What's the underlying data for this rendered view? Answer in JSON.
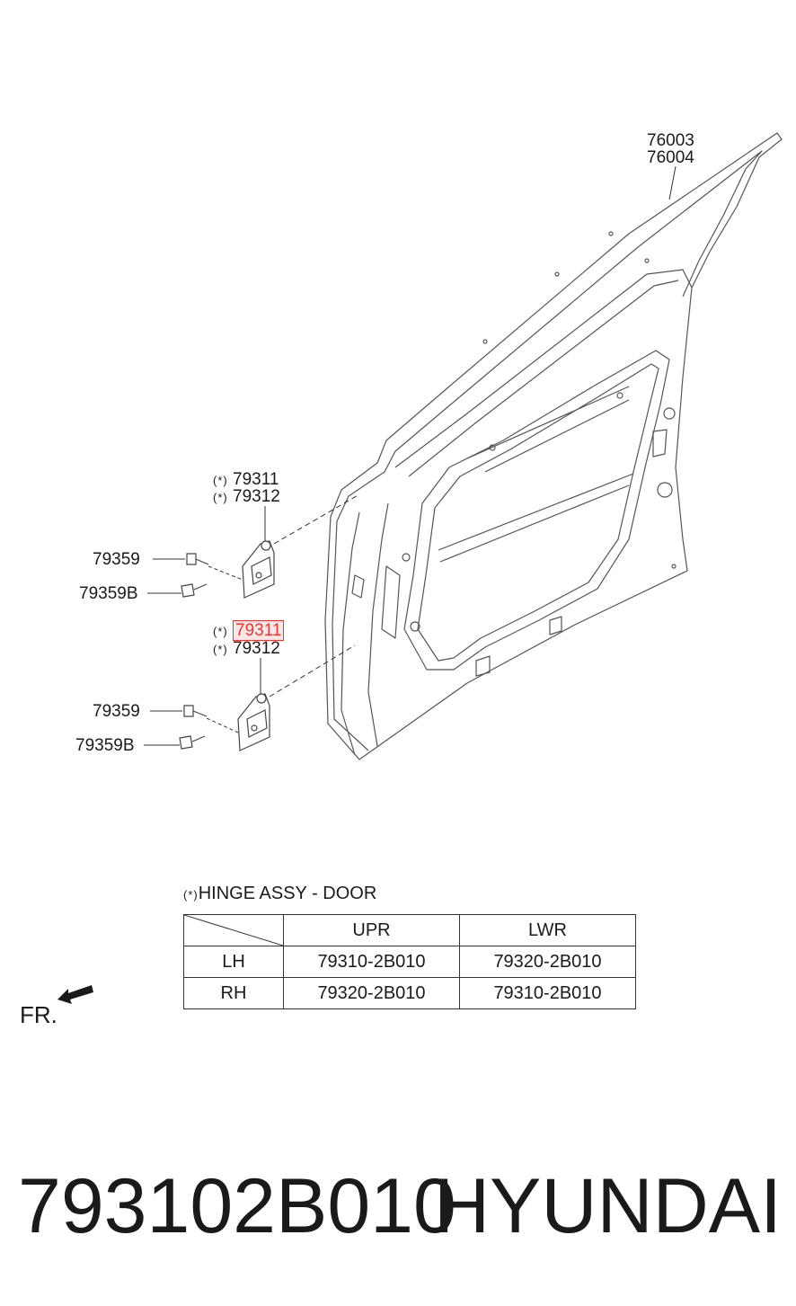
{
  "labels": {
    "door_panel": [
      "76003",
      "76004"
    ],
    "upper_hinge_marks": [
      "(*)",
      "(*)"
    ],
    "upper_hinge_parts": [
      "79311",
      "79312"
    ],
    "upper_bolt": "79359",
    "upper_bolt_b": "79359B",
    "lower_hinge_marks": [
      "(*)",
      "(*)"
    ],
    "lower_hinge_parts": [
      "79311",
      "79312"
    ],
    "lower_bolt": "79359",
    "lower_bolt_b": "79359B"
  },
  "highlight": {
    "part": "79311",
    "color": "#e53935"
  },
  "table": {
    "mark": "(*)",
    "caption": "HINGE ASSY - DOOR",
    "columns": [
      "UPR",
      "LWR"
    ],
    "rows": [
      {
        "side": "LH",
        "upr": "79310-2B010",
        "lwr": "79320-2B010"
      },
      {
        "side": "RH",
        "upr": "79320-2B010",
        "lwr": "79310-2B010"
      }
    ]
  },
  "direction": {
    "label": "FR."
  },
  "footer": {
    "part_number": "793102B010",
    "brand": "HYUNDAI"
  }
}
